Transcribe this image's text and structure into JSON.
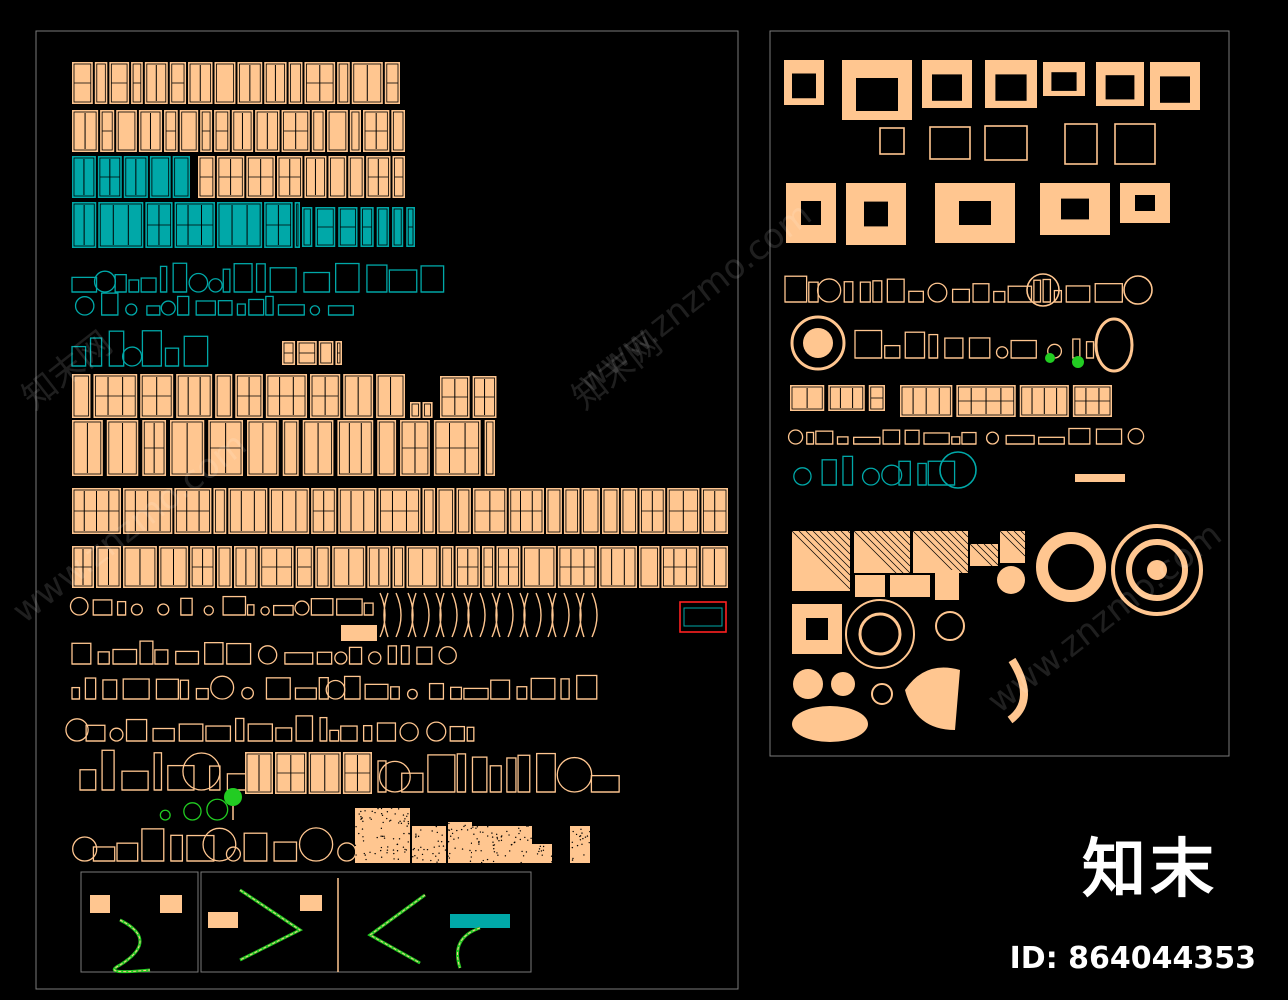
{
  "colors": {
    "background": "#000000",
    "block": "#FFC690",
    "cyan": "#00A8A8",
    "green": "#22CC22",
    "red": "#FF2020",
    "frame": "#7A7A7A",
    "white": "#FFFFFF"
  },
  "brand": "知末",
  "image_id": "ID: 864044353",
  "watermarks": [
    "www.znzmo.com",
    "知末网"
  ]
}
